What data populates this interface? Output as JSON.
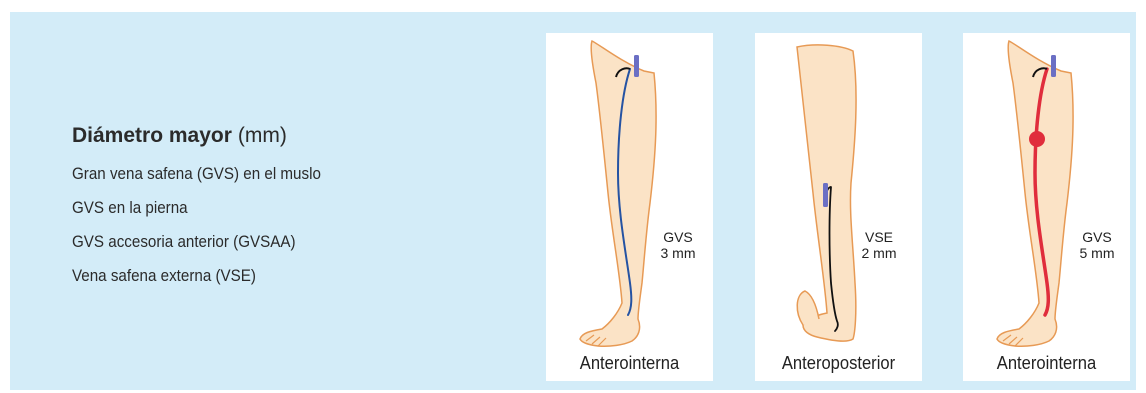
{
  "legend": {
    "title_bold": "Diámetro mayor",
    "title_unit": "(mm)",
    "items": [
      "Gran vena safena (GVS) en el muslo",
      "GVS en la pierna",
      "GVS accesoria anterior (GVSAA)",
      "Vena safena externa (VSE)"
    ]
  },
  "panels": [
    {
      "view": "Anterointerna",
      "vein": "GVS",
      "diameter": "3 mm",
      "vein_color": "#2553a3"
    },
    {
      "view": "Anteroposterior",
      "vein": "VSE",
      "diameter": "2 mm",
      "vein_color": "#111111"
    },
    {
      "view": "Anterointerna",
      "vein": "GVS",
      "diameter": "5 mm",
      "vein_color": "#e02d3c"
    }
  ],
  "colors": {
    "background": "#d3ecf8",
    "skin": "#fbe3c6",
    "outline": "#e79a55",
    "marker": "#6b6fc4"
  }
}
